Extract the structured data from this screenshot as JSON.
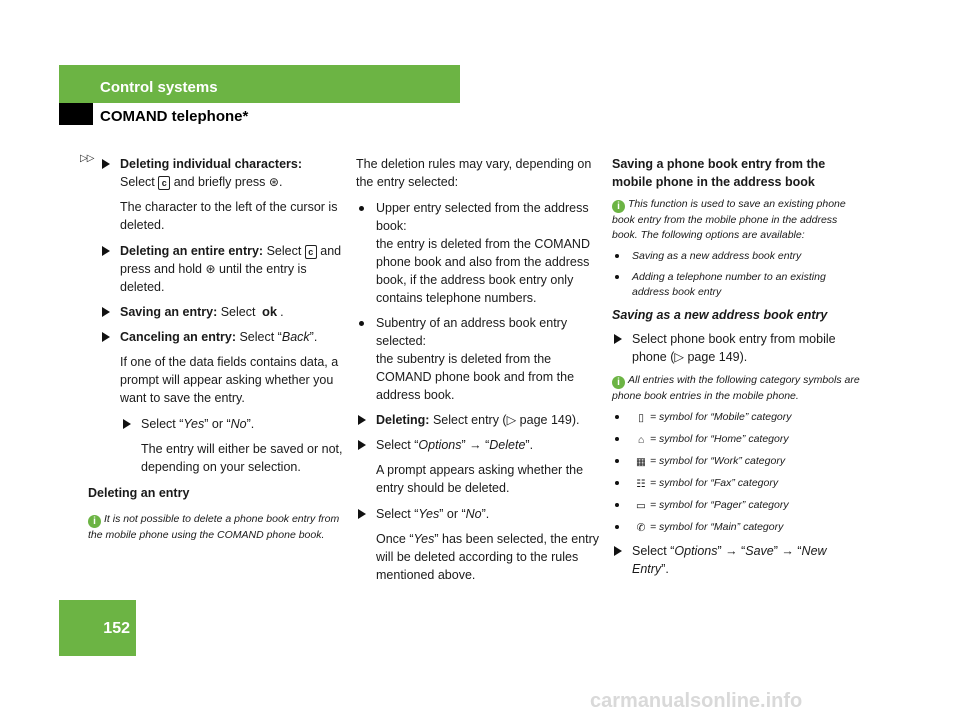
{
  "header": {
    "section": "Control systems",
    "subsection": "COMAND telephone*"
  },
  "page_number": "152",
  "continuation_marker": "▷▷",
  "col1": {
    "del_chars_label": "Deleting individual characters:",
    "del_chars_text_a": "Select ",
    "del_chars_text_b": " and briefly press ",
    "del_chars_text_c": ".",
    "del_chars_result": "The character to the left of the cursor is deleted.",
    "del_entry_label": "Deleting an entire entry:",
    "del_entry_text_a": " Select ",
    "del_entry_text_b": " and press and hold ",
    "del_entry_text_c": " until the entry is deleted.",
    "save_label": "Saving an entry:",
    "save_text_a": " Select ",
    "save_text_b": ".",
    "ok_glyph": "ok",
    "cancel_label": "Canceling an entry:",
    "cancel_text_a": " Select “",
    "cancel_back": "Back",
    "cancel_text_b": "”.",
    "prompt_text": "If one of the data fields contains data, a prompt will appear asking whether you want to save the entry.",
    "yesno_a": "Select “",
    "yes": "Yes",
    "yesno_b": "” or “",
    "no": "No",
    "yesno_c": "”.",
    "saved_result": "The entry will either be saved or not, depending on your selection.",
    "deleting_heading": "Deleting an entry",
    "note": "It is not possible to delete a phone book entry from the mobile phone using the COMAND phone book."
  },
  "col2": {
    "intro": "The deletion rules may vary, depending on the entry selected:",
    "bullet1": "Upper entry selected from the address book:",
    "bullet1b": "the entry is deleted from the COMAND phone book and also from the address book, if the address book entry only contains telephone numbers.",
    "bullet2": "Subentry of an address book entry selected:",
    "bullet2b": "the subentry is deleted from the COMAND phone book and from the address book.",
    "deleting_label": "Deleting:",
    "deleting_text": " Select entry (▷ page 149).",
    "select_a": "Select “",
    "options": "Options",
    "arrow": "” → “",
    "delete": "Delete",
    "select_b": "”.",
    "prompt": "A prompt appears asking whether the entry should be deleted.",
    "yesno_a": "Select “",
    "yes": "Yes",
    "yesno_b": "” or “",
    "no": "No",
    "yesno_c": "”.",
    "once_a": "Once “",
    "once_yes": "Yes",
    "once_b": "” has been selected, the entry will be deleted according to the rules mentioned above."
  },
  "col3": {
    "heading": "Saving a phone book entry from the mobile phone in the address book",
    "note1": "This function is used to save an existing phone book entry from the mobile phone in the address book. The following options are available:",
    "opt1": "Saving as a new address book entry",
    "opt2": "Adding a telephone number to an existing address book entry",
    "subheading": "Saving as a new address book entry",
    "step1": "Select phone book entry from mobile phone (▷ page 149).",
    "note2": "All entries with the following category symbols are phone book entries in the mobile phone.",
    "symbols": [
      {
        "icon": "mobile-icon",
        "glyph": "▯",
        "text": "= symbol for “Mobile” category"
      },
      {
        "icon": "home-icon",
        "glyph": "⌂",
        "text": "= symbol for “Home” category"
      },
      {
        "icon": "work-icon",
        "glyph": "▦",
        "text": "= symbol for “Work” category"
      },
      {
        "icon": "fax-icon",
        "glyph": "☷",
        "text": "= symbol for “Fax” category"
      },
      {
        "icon": "pager-icon",
        "glyph": "▭",
        "text": "= symbol for “Pager” category"
      },
      {
        "icon": "main-phone-icon",
        "glyph": "✆",
        "text": "= symbol for “Main” category"
      }
    ],
    "final_a": "Select “",
    "final_options": "Options",
    "final_arrow1": "” → “",
    "final_save": "Save",
    "final_arrow2": "” → “",
    "final_new": "New Entry",
    "final_b": "”."
  },
  "footer_watermark": "carmanualsonline.info"
}
